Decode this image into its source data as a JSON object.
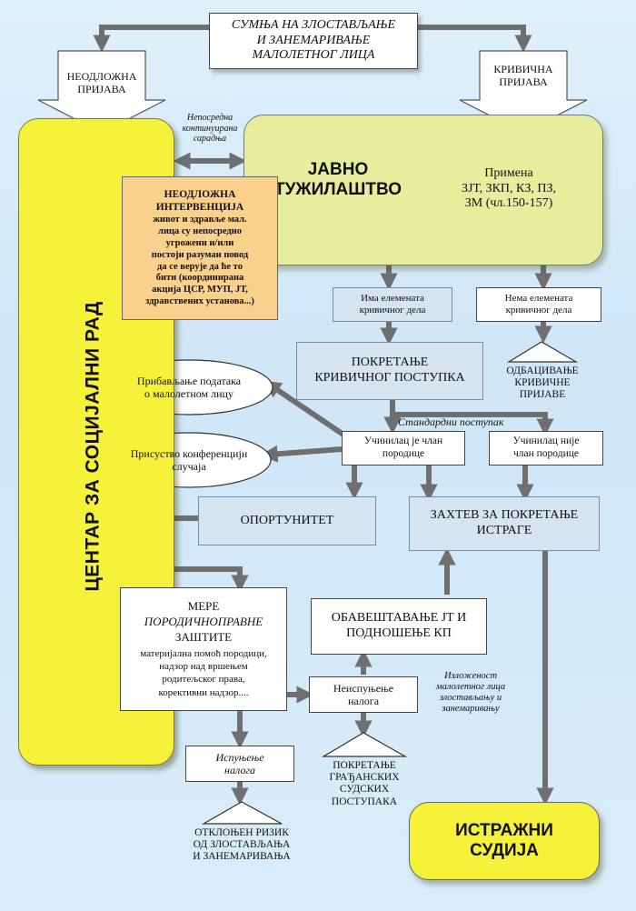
{
  "top_box": [
    "СУМЊА НА ЗЛОСТАВЉАЊЕ",
    "И ЗАНЕМАРИВАЊЕ",
    "МАЛОЛЕТНОГ ЛИЦА"
  ],
  "urgent_report": [
    "НЕОДЛОЖНА",
    "ПРИЈАВА"
  ],
  "criminal_report": [
    "КРИВИЧНА",
    "ПРИЈАВА"
  ],
  "cooperation": [
    "Непосредна",
    "континуирана",
    "сарадња"
  ],
  "social_center": "ЦЕНТАР ЗА СОЦИЈАЛНИ РАД",
  "prosecution": [
    "ЈАВНО",
    "ТУЖИЛАШТВО"
  ],
  "laws": [
    "Примена",
    "ЗЈТ, ЗКП, КЗ, ПЗ,",
    "ЗМ (чл.150-157)"
  ],
  "intervention": {
    "title": [
      "НЕОДЛОЖНА",
      "ИНТЕРВЕНЦИЈА"
    ],
    "text": [
      "живот и здравље мал.",
      "лица  су непосредно",
      "угрожени и/или",
      "постоји разуман повод",
      "да се верује да ће то",
      "бити (координирана",
      "акција ЦСР, МУП, ЈТ,",
      "здравствених установа...)"
    ]
  },
  "crime_elements": [
    "Има елемената",
    "кривичног дела"
  ],
  "no_crime_elements": [
    "Нема елемената",
    "кривичног дела"
  ],
  "dismissal": [
    "ОДБАЦИВАЊЕ",
    "КРИВИЧНЕ",
    "ПРИЈАВЕ"
  ],
  "initiation": [
    "ПОКРЕТАЊЕ",
    "КРИВИЧНОГ ПОСТУПКА"
  ],
  "data_collection": [
    "Прибављање података",
    "о малолетном лицу"
  ],
  "standard_procedure": "Стандардни поступак",
  "perpetrator_family": [
    "Учинилац је члан",
    "породице"
  ],
  "perpetrator_not_family": [
    "Учинилац није",
    "члан породице"
  ],
  "case_conference": [
    "Присуство конференцији",
    "случаја"
  ],
  "opportunity": "ОПОРТУНИТЕТ",
  "investigation_request": [
    "ЗАХТЕВ ЗА ПОКРЕТАЊЕ",
    "ИСТРАГЕ"
  ],
  "family_measures": {
    "title1": "МЕРЕ",
    "title2": "ПОРОДИЧНОПРАВНЕ",
    "title3": "ЗАШТИТЕ",
    "text": [
      "материјална помоћ породици,",
      "надзор над вршењем",
      "родитељског права,",
      "корективни надзор...."
    ]
  },
  "notify": [
    "ОБАВЕШТАВАЊЕ ЈТ И",
    "ПОДНОШЕЊЕ КП"
  ],
  "non_compliance": [
    "Неиспуњење",
    "налога"
  ],
  "exposure": [
    "Изложеност",
    "малолетног лица",
    "злостављању и",
    "занемаривању"
  ],
  "compliance": [
    "Испуњење",
    "налога"
  ],
  "civil": [
    "ПОКРЕТАЊЕ",
    "ГРАЂАНСКИХ",
    "СУДСКИХ",
    "ПОСТУПАКА"
  ],
  "risk": [
    "ОТКЛОЊЕН РИЗИК",
    "ОД ЗЛОСТАВЉАЊА",
    "И ЗАНЕМАРИВАЊА"
  ],
  "judge": [
    "ИСТРАЖНИ",
    "СУДИЈА"
  ],
  "colors": {
    "yellow": "#f6f23a",
    "green": "#e6ee9e",
    "orange": "#f9d08c",
    "blue": "#d6e3f0",
    "arrow": "#6f6f6f"
  }
}
